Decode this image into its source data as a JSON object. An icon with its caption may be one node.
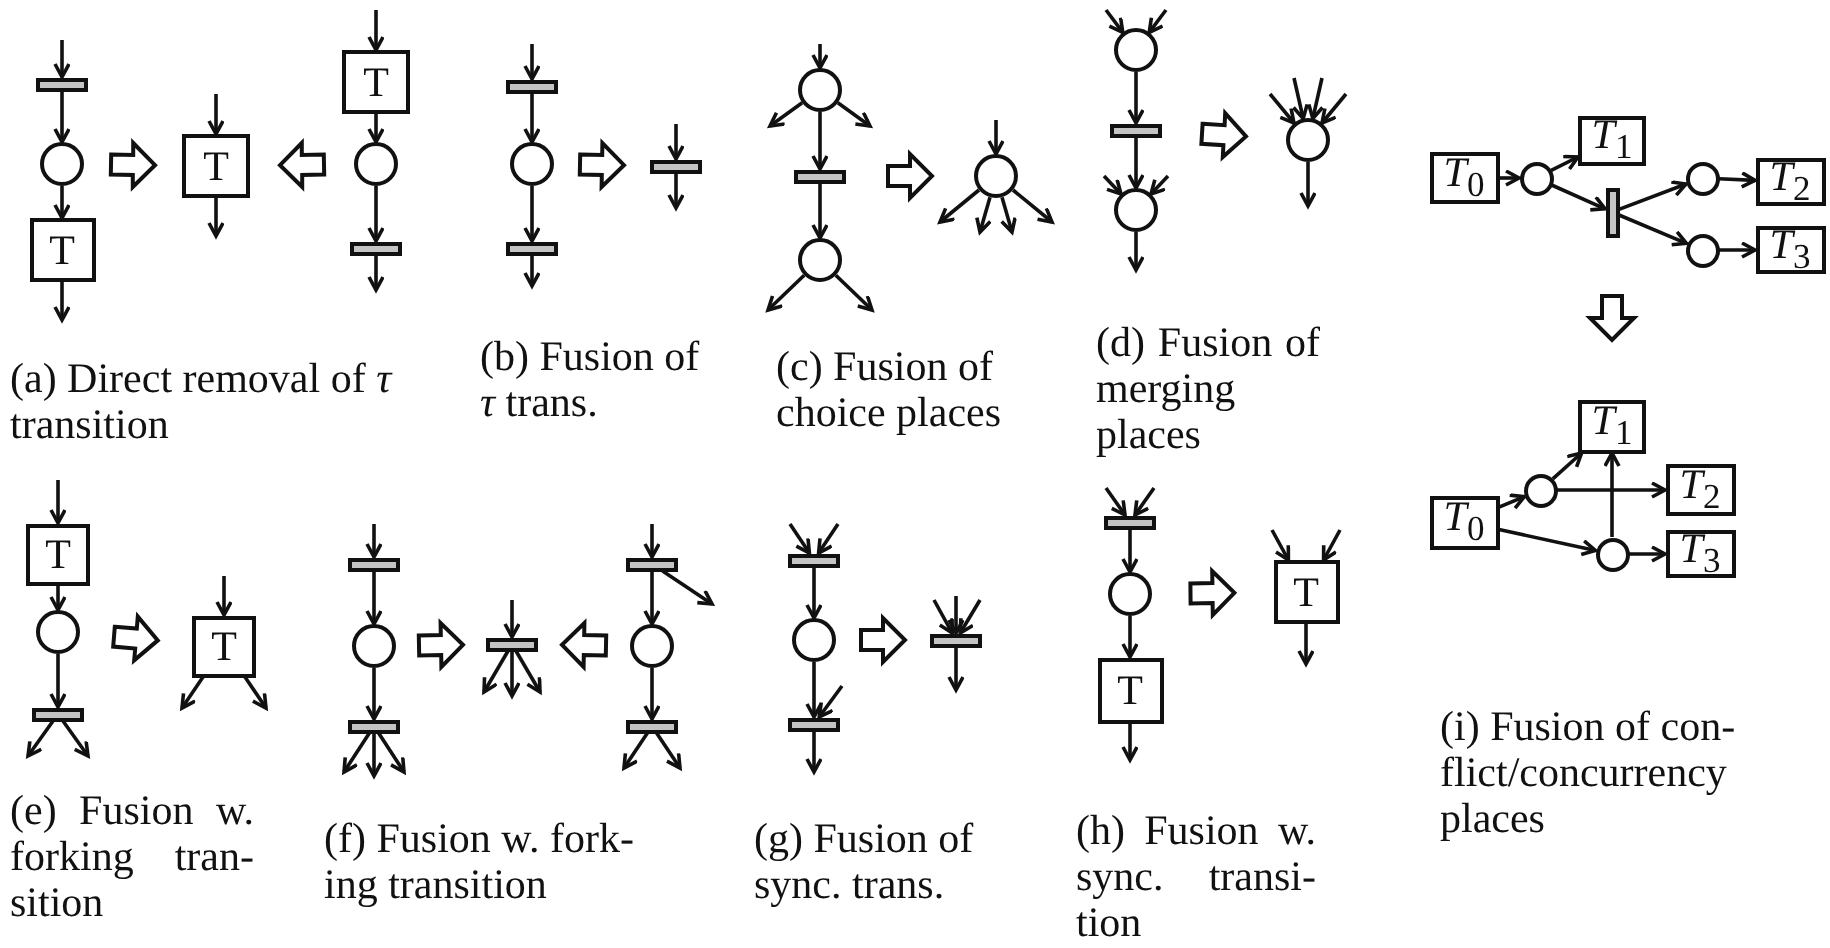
{
  "diagram": {
    "nodes": [
      {
        "text": [],
        "shape": "bar"
      },
      {
        "text": [],
        "shape": "circle"
      },
      {
        "text": [
          "T"
        ]
      },
      {
        "text": [
          "T"
        ]
      },
      {
        "text": [
          "T"
        ]
      },
      {
        "text": [],
        "shape": "circle"
      },
      {
        "text": [],
        "shape": "bar"
      },
      {
        "text": [],
        "shape": "bar"
      },
      {
        "text": [],
        "shape": "circle"
      },
      {
        "text": [],
        "shape": "bar"
      },
      {
        "text": [],
        "shape": "bar"
      },
      {
        "text": [],
        "shape": "circle"
      },
      {
        "text": [],
        "shape": "bar"
      },
      {
        "text": [],
        "shape": "circle"
      },
      {
        "text": [],
        "shape": "circle"
      },
      {
        "text": [],
        "shape": "circle"
      },
      {
        "text": [],
        "shape": "bar"
      },
      {
        "text": [],
        "shape": "circle"
      },
      {
        "text": [],
        "shape": "circle"
      },
      {
        "text": [
          "*T*$_{0}$"
        ]
      },
      {
        "text": [],
        "shape": "circle"
      },
      {
        "text": [
          "*T*$_{1}$"
        ]
      },
      {
        "text": [],
        "shape": "bar"
      },
      {
        "text": [],
        "shape": "circle"
      },
      {
        "text": [
          "*T*$_{2}$"
        ]
      },
      {
        "text": [],
        "shape": "circle"
      },
      {
        "text": [
          "*T*$_{3}$"
        ]
      },
      {
        "text": [
          "*T*$_{1}$"
        ]
      },
      {
        "text": [],
        "shape": "circle"
      },
      {
        "text": [
          "*T*$_{2}$"
        ]
      },
      {
        "text": [
          "*T*$_{0}$"
        ]
      },
      {
        "text": [],
        "shape": "circle"
      },
      {
        "text": [
          "*T*$_{3}$"
        ]
      },
      {
        "text": [
          "T"
        ]
      },
      {
        "text": [],
        "shape": "circle"
      },
      {
        "text": [],
        "shape": "bar"
      },
      {
        "text": [
          "T"
        ]
      },
      {
        "text": [],
        "shape": "bar"
      },
      {
        "text": [],
        "shape": "circle"
      },
      {
        "text": [],
        "shape": "bar"
      },
      {
        "text": [],
        "shape": "bar"
      },
      {
        "text": [],
        "shape": "bar"
      },
      {
        "text": [],
        "shape": "circle"
      },
      {
        "text": [],
        "shape": "bar"
      },
      {
        "text": [],
        "shape": "bar"
      },
      {
        "text": [],
        "shape": "circle"
      },
      {
        "text": [],
        "shape": "bar"
      },
      {
        "text": [],
        "shape": "bar"
      },
      {
        "text": [],
        "shape": "bar"
      },
      {
        "text": [],
        "shape": "circle"
      },
      {
        "text": [
          "T"
        ]
      },
      {
        "text": [
          "T"
        ]
      }
    ],
    "edges": [
      {
        "from": null,
        "to": 0,
        "arrow": "to"
      },
      {
        "from": 0,
        "to": 1,
        "arrow": "to"
      },
      {
        "from": 1,
        "to": 2,
        "arrow": "to"
      },
      {
        "from": 2,
        "to": null,
        "arrow": "to"
      },
      {
        "from": null,
        "to": 3,
        "arrow": "to"
      },
      {
        "from": 3,
        "to": null,
        "arrow": "to"
      },
      {
        "from": null,
        "to": 4,
        "arrow": "to"
      },
      {
        "from": 4,
        "to": 5,
        "arrow": "to"
      },
      {
        "from": 5,
        "to": 6,
        "arrow": "to"
      },
      {
        "from": 6,
        "to": null,
        "arrow": "to"
      },
      {
        "from": null,
        "to": 7,
        "arrow": "to"
      },
      {
        "from": 7,
        "to": 8,
        "arrow": "to"
      },
      {
        "from": 8,
        "to": 9,
        "arrow": "to"
      },
      {
        "from": 9,
        "to": null,
        "arrow": "to"
      },
      {
        "from": null,
        "to": 10,
        "arrow": "to"
      },
      {
        "from": 10,
        "to": null,
        "arrow": "to"
      },
      {
        "from": null,
        "to": 11,
        "arrow": "to"
      },
      {
        "from": 11,
        "to": null,
        "arrow": "to"
      },
      {
        "from": 11,
        "to": null,
        "arrow": "to"
      },
      {
        "from": 11,
        "to": 12,
        "arrow": "to"
      },
      {
        "from": 12,
        "to": 13,
        "arrow": "to"
      },
      {
        "from": 13,
        "to": null,
        "arrow": "to"
      },
      {
        "from": 13,
        "to": null,
        "arrow": "to"
      },
      {
        "from": null,
        "to": 14,
        "arrow": "to"
      },
      {
        "from": 14,
        "to": null,
        "arrow": "to"
      },
      {
        "from": 14,
        "to": null,
        "arrow": "to"
      },
      {
        "from": 14,
        "to": null,
        "arrow": "to"
      },
      {
        "from": 14,
        "to": null,
        "arrow": "to"
      },
      {
        "from": null,
        "to": 15,
        "arrow": "to"
      },
      {
        "from": null,
        "to": 15,
        "arrow": "to"
      },
      {
        "from": 15,
        "to": 16,
        "arrow": "to"
      },
      {
        "from": 16,
        "to": 17,
        "arrow": "to"
      },
      {
        "from": null,
        "to": 17,
        "arrow": "to"
      },
      {
        "from": null,
        "to": 17,
        "arrow": "to"
      },
      {
        "from": 17,
        "to": null,
        "arrow": "to"
      },
      {
        "from": null,
        "to": 18,
        "arrow": "to"
      },
      {
        "from": null,
        "to": 18,
        "arrow": "to"
      },
      {
        "from": null,
        "to": 18,
        "arrow": "to"
      },
      {
        "from": null,
        "to": 18,
        "arrow": "to"
      },
      {
        "from": 18,
        "to": null,
        "arrow": "to"
      },
      {
        "from": 19,
        "to": 20,
        "arrow": "to"
      },
      {
        "from": 20,
        "to": 21,
        "arrow": "to"
      },
      {
        "from": 20,
        "to": 22,
        "arrow": "to"
      },
      {
        "from": 22,
        "to": 23,
        "arrow": "to"
      },
      {
        "from": 22,
        "to": 25,
        "arrow": "to"
      },
      {
        "from": 23,
        "to": 24,
        "arrow": "to"
      },
      {
        "from": 25,
        "to": 26,
        "arrow": "to"
      },
      {
        "from": 30,
        "to": 28,
        "arrow": "to"
      },
      {
        "from": 28,
        "to": 27,
        "arrow": "to"
      },
      {
        "from": 28,
        "to": 29,
        "arrow": "to"
      },
      {
        "from": 30,
        "to": 31,
        "arrow": "to"
      },
      {
        "from": 31,
        "to": 32,
        "arrow": "to"
      },
      {
        "from": 31,
        "to": 27,
        "arrow": "to"
      },
      {
        "from": null,
        "to": 33,
        "arrow": "to"
      },
      {
        "from": 33,
        "to": 34,
        "arrow": "to"
      },
      {
        "from": 34,
        "to": 35,
        "arrow": "to"
      },
      {
        "from": 35,
        "to": null,
        "arrow": "to"
      },
      {
        "from": 35,
        "to": null,
        "arrow": "to"
      },
      {
        "from": null,
        "to": 36,
        "arrow": "to"
      },
      {
        "from": 36,
        "to": null,
        "arrow": "to"
      },
      {
        "from": 36,
        "to": null,
        "arrow": "to"
      },
      {
        "from": null,
        "to": 37,
        "arrow": "to"
      },
      {
        "from": 37,
        "to": 38,
        "arrow": "to"
      },
      {
        "from": 38,
        "to": 39,
        "arrow": "to"
      },
      {
        "from": 39,
        "to": null,
        "arrow": "to"
      },
      {
        "from": 39,
        "to": null,
        "arrow": "to"
      },
      {
        "from": 39,
        "to": null,
        "arrow": "to"
      },
      {
        "from": null,
        "to": 40,
        "arrow": "to"
      },
      {
        "from": 40,
        "to": null,
        "arrow": "to"
      },
      {
        "from": 40,
        "to": null,
        "arrow": "to"
      },
      {
        "from": 40,
        "to": null,
        "arrow": "to"
      },
      {
        "from": null,
        "to": 41,
        "arrow": "to"
      },
      {
        "from": 41,
        "to": null,
        "arrow": "to"
      },
      {
        "from": 41,
        "to": 42,
        "arrow": "to"
      },
      {
        "from": 42,
        "to": 43,
        "arrow": "to"
      },
      {
        "from": 43,
        "to": null,
        "arrow": "to"
      },
      {
        "from": 43,
        "to": null,
        "arrow": "to"
      },
      {
        "from": null,
        "to": 44,
        "arrow": "to"
      },
      {
        "from": null,
        "to": 44,
        "arrow": "to"
      },
      {
        "from": 44,
        "to": 45,
        "arrow": "to"
      },
      {
        "from": 45,
        "to": 46,
        "arrow": "to"
      },
      {
        "from": null,
        "to": 46,
        "arrow": "to"
      },
      {
        "from": 46,
        "to": null,
        "arrow": "to"
      },
      {
        "from": null,
        "to": 47,
        "arrow": "to"
      },
      {
        "from": null,
        "to": 47,
        "arrow": "to"
      },
      {
        "from": null,
        "to": 47,
        "arrow": "to"
      },
      {
        "from": 47,
        "to": null,
        "arrow": "to"
      },
      {
        "from": null,
        "to": 48,
        "arrow": "to"
      },
      {
        "from": null,
        "to": 48,
        "arrow": "to"
      },
      {
        "from": 48,
        "to": 49,
        "arrow": "to"
      },
      {
        "from": 49,
        "to": 50,
        "arrow": "to"
      },
      {
        "from": 50,
        "to": null,
        "arrow": "to"
      },
      {
        "from": null,
        "to": 51,
        "arrow": "to"
      },
      {
        "from": null,
        "to": 51,
        "arrow": "to"
      },
      {
        "from": 51,
        "to": null,
        "arrow": "to"
      },
      {
        "from": 1,
        "to": 3,
        "arrow": "to",
        "style": "thick"
      },
      {
        "from": 5,
        "to": 3,
        "arrow": "to",
        "style": "thick"
      },
      {
        "from": 8,
        "to": 10,
        "arrow": "to",
        "style": "thick"
      },
      {
        "from": 12,
        "to": 14,
        "arrow": "to",
        "style": "thick"
      },
      {
        "from": 16,
        "to": 18,
        "arrow": "to",
        "style": "thick"
      },
      {
        "from": 22,
        "to": 27,
        "arrow": "to",
        "style": "thick"
      },
      {
        "from": 34,
        "to": 36,
        "arrow": "to",
        "style": "thick"
      },
      {
        "from": 38,
        "to": 40,
        "arrow": "to",
        "style": "thick"
      },
      {
        "from": 42,
        "to": 40,
        "arrow": "to",
        "style": "thick"
      },
      {
        "from": 45,
        "to": 47,
        "arrow": "to",
        "style": "thick"
      },
      {
        "from": 49,
        "to": 51,
        "arrow": "to",
        "style": "thick"
      }
    ],
    "labels": [
      "(a) Direct removal of *τ* transition",
      "(b) Fusion of *τ* trans.",
      "(c) Fusion of choice places",
      "(d) Fusion of merging places",
      "(i) Fusion of con- flict/concurrency places",
      "(e) Fusion w. forking tran- sition",
      "(f) Fusion w. fork- ing transition",
      "(g) Fusion of sync. trans.",
      "(h) Fusion w. sync. transi- tion"
    ]
  }
}
